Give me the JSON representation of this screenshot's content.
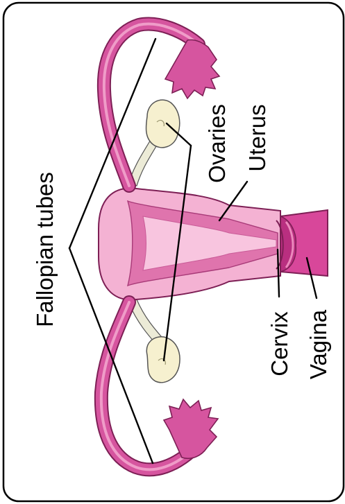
{
  "diagram": {
    "labels": {
      "fallopian_tubes": "Fallopian tubes",
      "ovaries": "Ovaries",
      "uterus": "Uterus",
      "cervix": "Cervix",
      "vagina": "Vagina"
    },
    "colors": {
      "frame": "#000000",
      "tube": "#d6559f",
      "tube_outline": "#7d1f55",
      "uterus_wall": "#f4b2d3",
      "uterus_cavity": "#df74ad",
      "canal": "#f8c5df",
      "ovary": "#f6f0cf",
      "ligament": "#ecebd7",
      "vagina": "#d8479a"
    }
  }
}
